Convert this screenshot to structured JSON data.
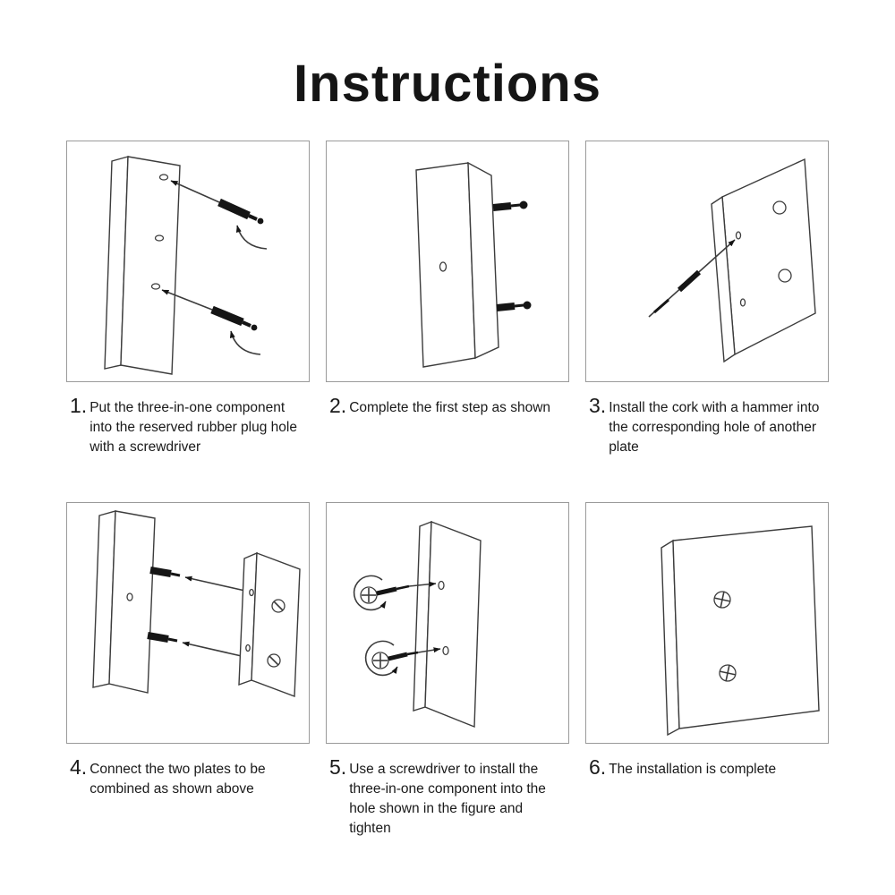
{
  "title": "Instructions",
  "steps": [
    {
      "num": "1.",
      "text": "Put the three-in-one component into the reserved rubber plug hole with a screwdriver",
      "illustration": "board-with-two-screws-and-curved-arrows"
    },
    {
      "num": "2.",
      "text": "Complete the first step as shown",
      "illustration": "board-with-screws-installed"
    },
    {
      "num": "3.",
      "text": "Install the cork with a hammer into the corresponding hole of another plate",
      "illustration": "plate-with-cork-pin-arrow"
    },
    {
      "num": "4.",
      "text": "Connect the two plates to be combined as shown above",
      "illustration": "two-plates-connecting-with-dowels"
    },
    {
      "num": "5.",
      "text": "Use a screwdriver to install the three-in-one component into the hole shown in the figure and tighten",
      "illustration": "cam-screws-with-rotation-arrows"
    },
    {
      "num": "6.",
      "text": "The installation is complete",
      "illustration": "finished-plate-with-screws"
    }
  ]
}
